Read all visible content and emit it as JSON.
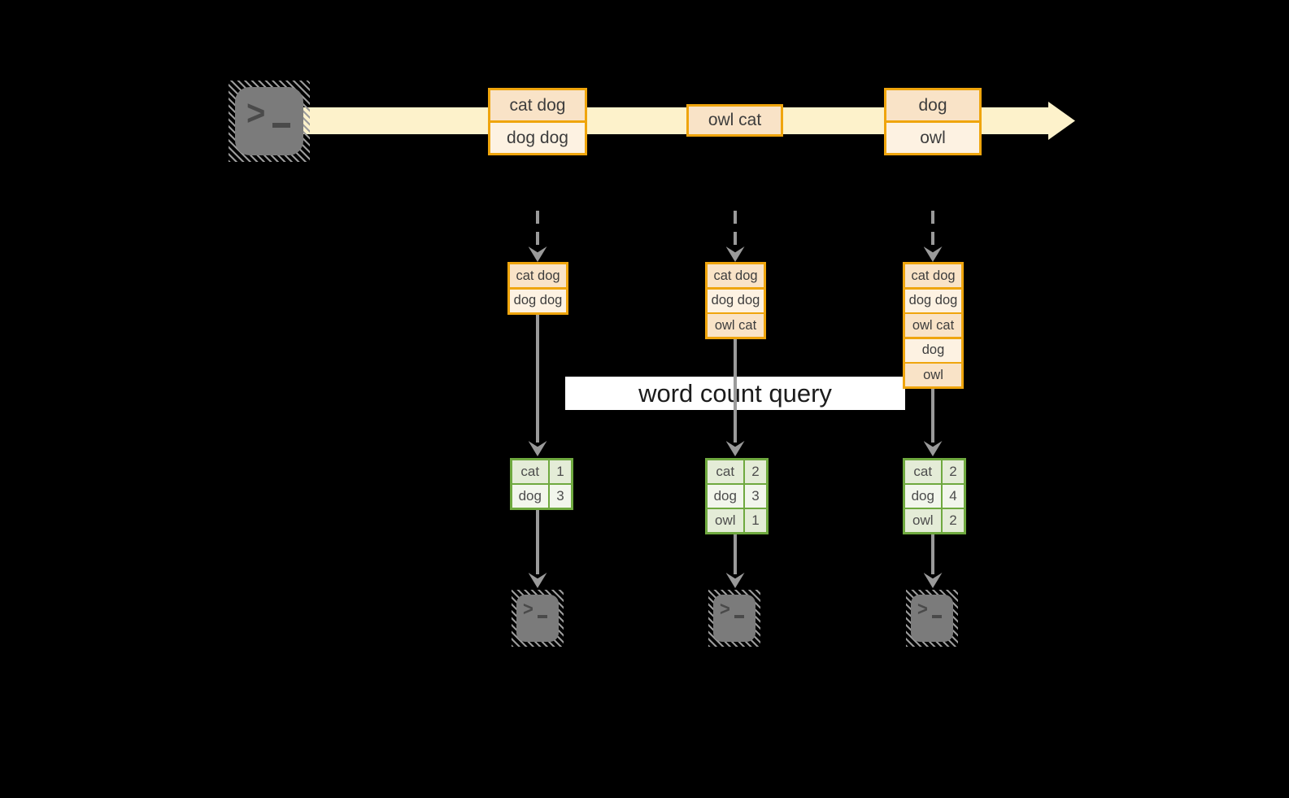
{
  "diagram": {
    "query_label": "word count query",
    "stream": {
      "messages": [
        {
          "lines": [
            "cat dog",
            "dog dog"
          ]
        },
        {
          "lines": [
            "owl cat"
          ]
        },
        {
          "lines": [
            "dog",
            "owl"
          ]
        }
      ]
    },
    "columns": [
      {
        "state_log": [
          "cat dog",
          "dog dog"
        ],
        "counts": [
          {
            "word": "cat",
            "count": "1"
          },
          {
            "word": "dog",
            "count": "3"
          }
        ]
      },
      {
        "state_log": [
          "cat dog",
          "dog dog",
          "owl cat"
        ],
        "counts": [
          {
            "word": "cat",
            "count": "2"
          },
          {
            "word": "dog",
            "count": "3"
          },
          {
            "word": "owl",
            "count": "1"
          }
        ]
      },
      {
        "state_log": [
          "cat dog",
          "dog dog",
          "owl cat",
          "dog",
          "owl"
        ],
        "counts": [
          {
            "word": "cat",
            "count": "2"
          },
          {
            "word": "dog",
            "count": "4"
          },
          {
            "word": "owl",
            "count": "2"
          }
        ]
      }
    ],
    "colors": {
      "background": "#000000",
      "stream_fill": "#fdf2cb",
      "box_border": "#efa50d",
      "box_fill_dark": "#f9e3c7",
      "box_fill_light": "#fdf2e2",
      "table_border": "#6fa93f",
      "table_fill_dark": "#e4ecd7",
      "table_fill_light": "#f2f6ec",
      "arrow_gray": "#9a9a9a",
      "terminal_gray": "#7b7b7b",
      "query_band_bg": "#ffffff",
      "text_dark": "#3d3d3d"
    }
  }
}
